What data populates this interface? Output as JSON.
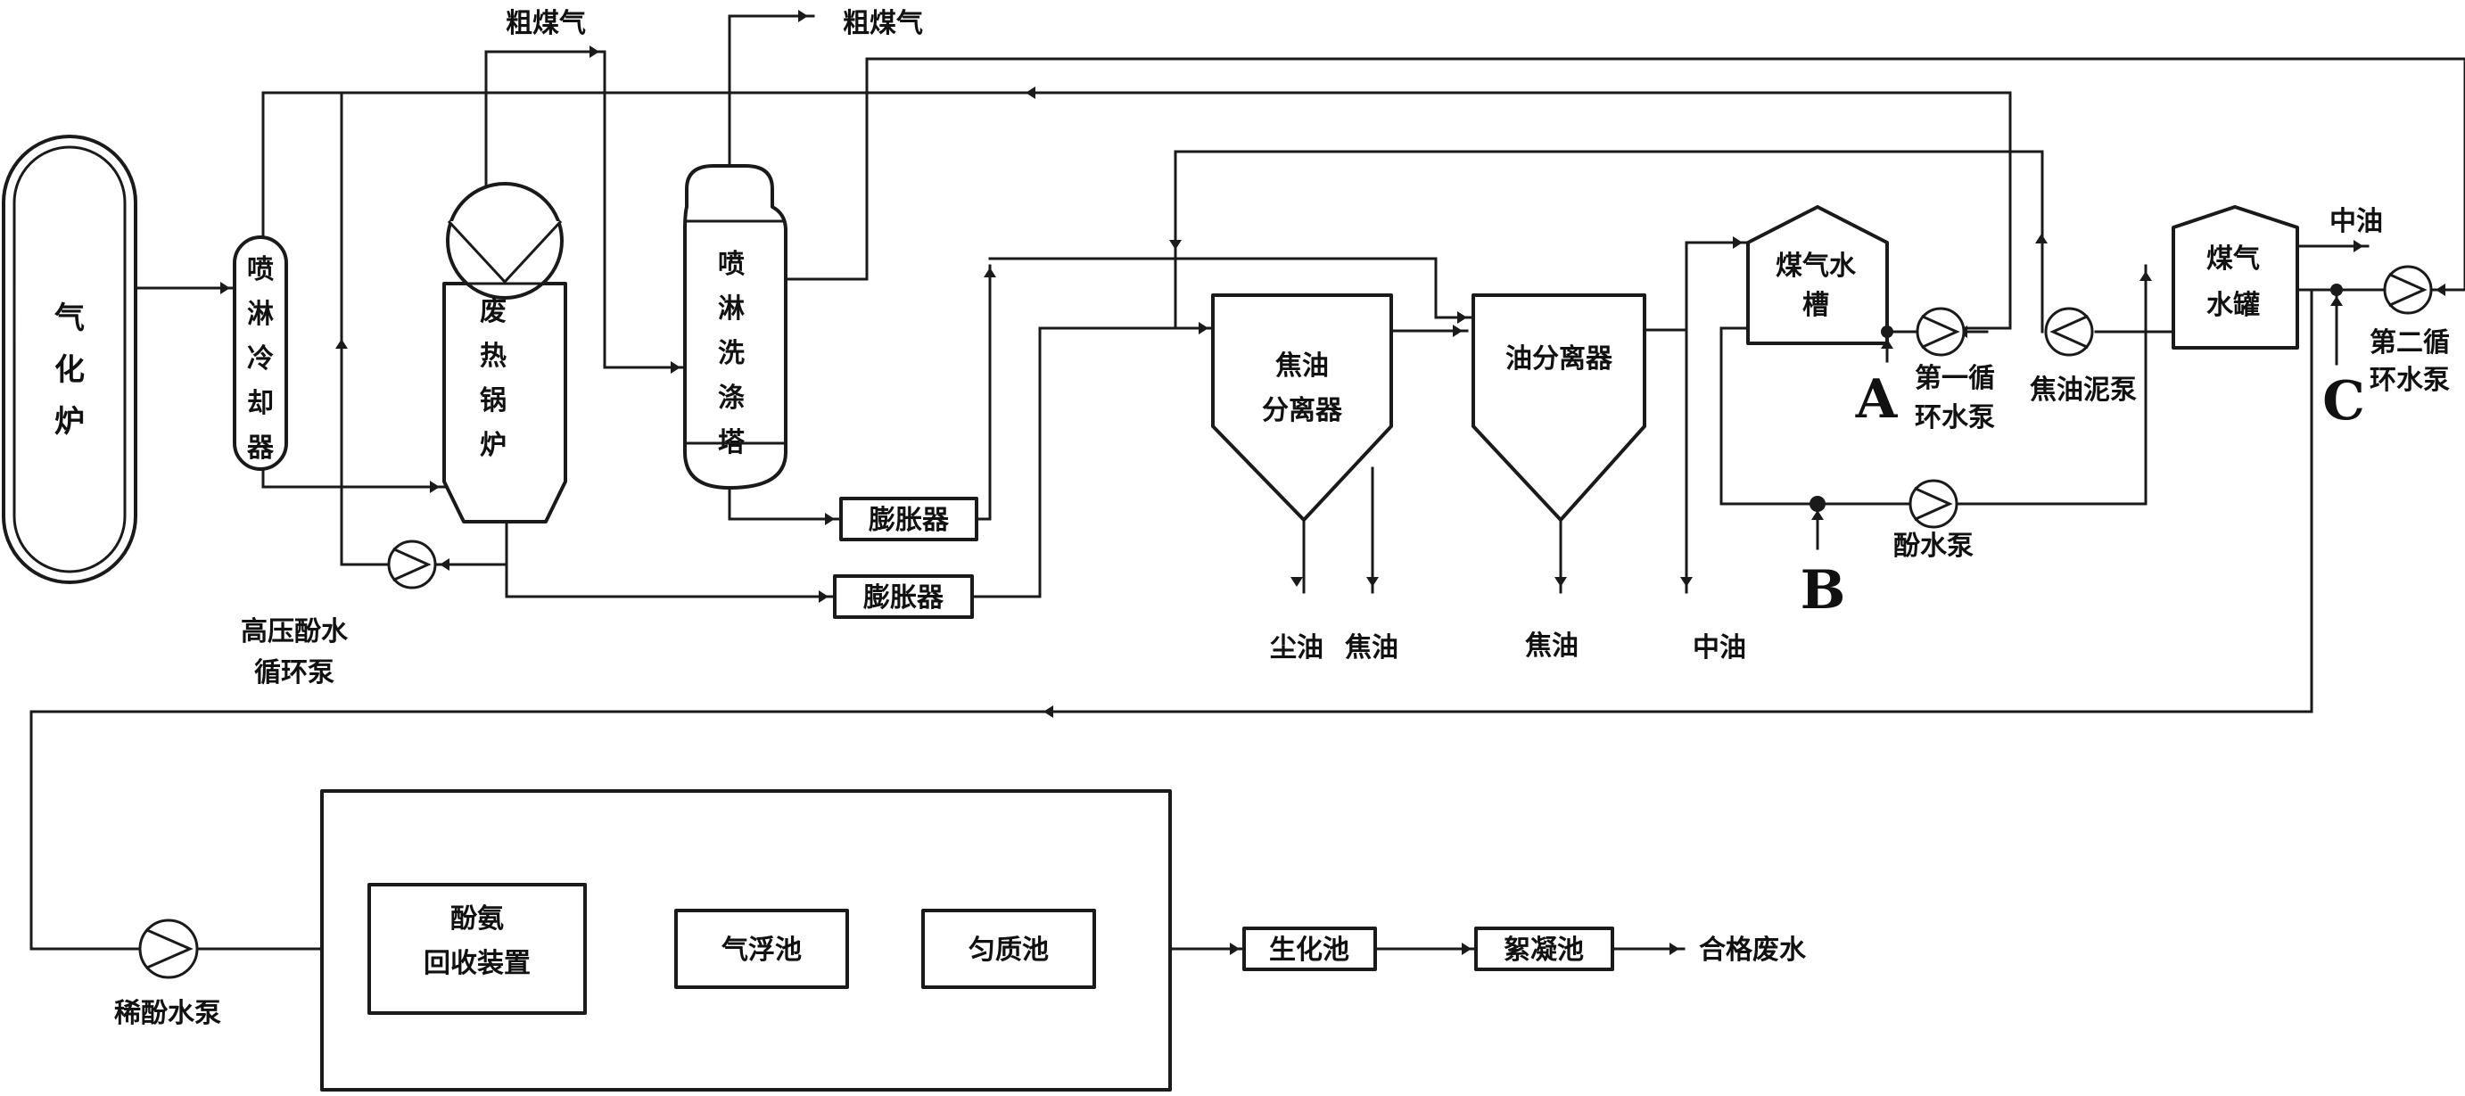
{
  "equipment": {
    "gasifier": "气化炉",
    "spray_cooler": "喷淋冷却器",
    "waste_heat_boiler": "废热锅炉",
    "spray_scrubber": "喷淋洗涤塔",
    "expander_1": "膨胀器",
    "expander_2": "膨胀器",
    "tar_separator_1": "焦油",
    "tar_separator_2": "分离器",
    "oil_separator": "油分离器",
    "gas_water_tank_1_line1": "煤气水",
    "gas_water_tank_1_line2": "槽",
    "gas_water_tank_2_line1": "煤气",
    "gas_water_tank_2_line2": "水罐",
    "phenol_ammonia_1": "酚氨",
    "phenol_ammonia_2": "回收装置",
    "flotation": "气浮池",
    "homogenization": "匀质池",
    "biochem": "生化池",
    "coagulation": "絮凝池"
  },
  "pumps": {
    "hp_phenol_line1": "高压酚水",
    "hp_phenol_line2": "循环泵",
    "first_circ_line1": "第一循",
    "first_circ_line2": "环水泵",
    "tar_sludge": "焦油泥泵",
    "phenol_water": "酚水泵",
    "second_circ_line1": "第二循",
    "second_circ_line2": "环水泵",
    "dilute_phenol": "稀酚水泵"
  },
  "streams": {
    "raw_gas_1": "粗煤气",
    "raw_gas_2": "粗煤气",
    "medium_oil_top": "中油",
    "dust_oil": "尘油",
    "tar_1": "焦油",
    "tar_2": "焦油",
    "medium_oil": "中油",
    "qualified_water": "合格废水"
  },
  "points": {
    "a": "A",
    "b": "B",
    "c": "C"
  }
}
